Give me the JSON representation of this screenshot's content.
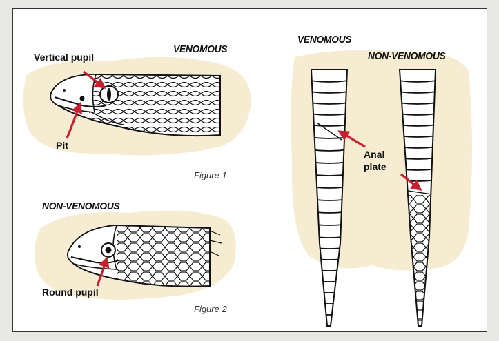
{
  "labels": {
    "venomous_head": "VENOMOUS",
    "non_venomous_head": "NON-VENOMOUS",
    "venomous_tail": "VENOMOUS",
    "non_venomous_tail": "NON-VENOMOUS",
    "vertical_pupil": "Vertical pupil",
    "pit": "Pit",
    "round_pupil": "Round pupil",
    "anal_plate": "Anal\nplate",
    "figure_1": "Figure 1",
    "figure_2": "Figure 2"
  },
  "colors": {
    "background_blob": "#f5ecd2",
    "arrow": "#c8202e",
    "ink": "#111111",
    "frame_bg": "#e8e8e4"
  },
  "icons": [
    "venomous-snake-head-icon",
    "non-venomous-snake-head-icon",
    "venomous-tail-underside-icon",
    "non-venomous-tail-underside-icon"
  ]
}
